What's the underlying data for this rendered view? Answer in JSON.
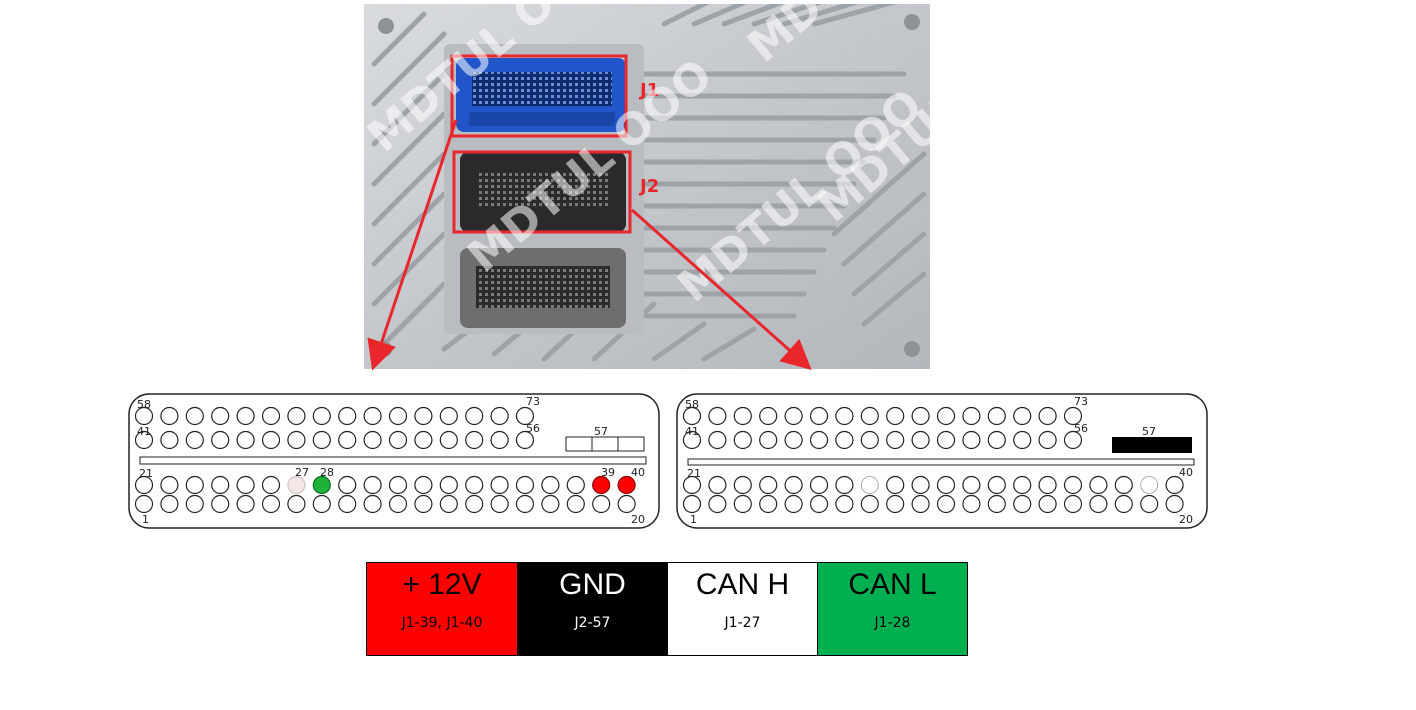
{
  "photo": {
    "labels": {
      "j1": "J1",
      "j2": "J2"
    },
    "watermark": [
      "MDTUL OOO",
      "MDTUL OOO",
      "MDTUL OOO",
      "MDTUL OOO",
      "MDTUL OOO"
    ]
  },
  "pinouts": {
    "j1": {
      "top_labels": {
        "p58": "58",
        "p73": "73",
        "p41": "41",
        "p56": "56",
        "p57": "57"
      },
      "bottom_labels": {
        "p21": "21",
        "p27": "27",
        "p28": "28",
        "p39": "39",
        "p40": "40",
        "p1": "1",
        "p20": "20"
      }
    },
    "j2": {
      "top_labels": {
        "p58": "58",
        "p73": "73",
        "p41": "41",
        "p56": "56",
        "p57": "57"
      },
      "bottom_labels": {
        "p21": "21",
        "p40": "40",
        "p1": "1",
        "p20": "20"
      }
    }
  },
  "legend": [
    {
      "name": "+ 12V",
      "pins": "J1-39, J1-40",
      "bg": "#ff0000",
      "fg": "#000000",
      "pin_fg": "#000000"
    },
    {
      "name": "GND",
      "pins": "J2-57",
      "bg": "#000000",
      "fg": "#ffffff",
      "pin_fg": "#ffffff"
    },
    {
      "name": "CAN H",
      "pins": "J1-27",
      "bg": "#ffffff",
      "fg": "#000000",
      "pin_fg": "#000000"
    },
    {
      "name": "CAN L",
      "pins": "J1-28",
      "bg": "#00b050",
      "fg": "#000000",
      "pin_fg": "#000000"
    }
  ],
  "colors": {
    "power": "#ff0000",
    "ground": "#000000",
    "can_h": "#f2e6e6",
    "can_l": "#1db33a",
    "callout": "#e8262b",
    "connector_j1": "#2155c9",
    "connector_j2": "#2a2a2a",
    "connector_j3": "#6e6e6e"
  }
}
